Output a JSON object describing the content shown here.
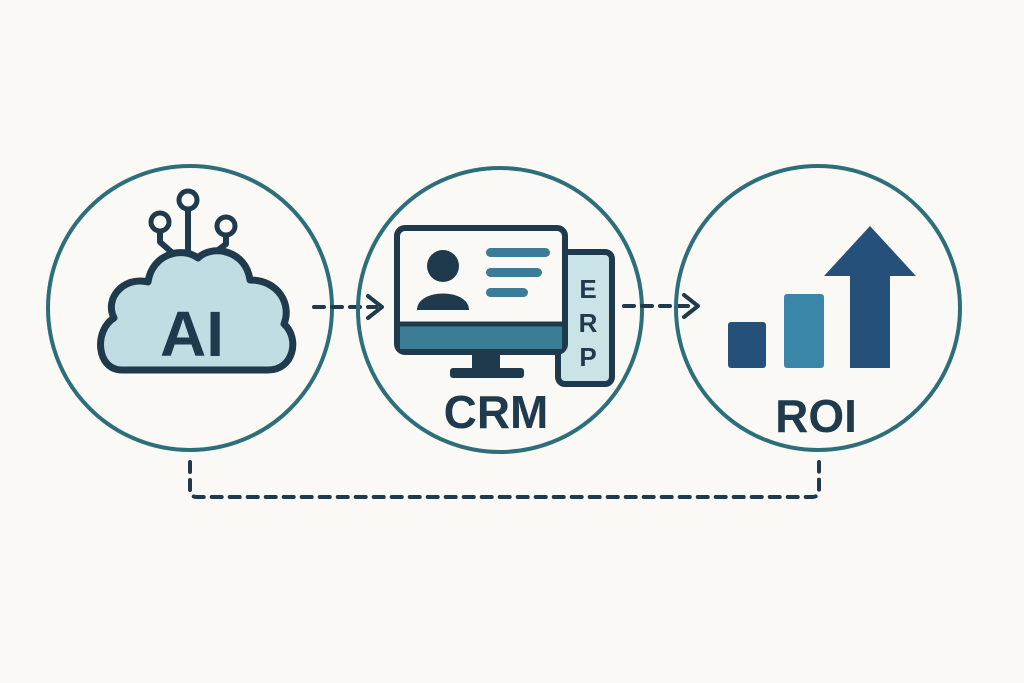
{
  "nodes": [
    {
      "id": "ai",
      "cloud_text": "AI"
    },
    {
      "id": "crm",
      "label": "CRM",
      "side_panel_text": [
        "E",
        "R",
        "P"
      ]
    },
    {
      "id": "roi",
      "label": "ROI"
    }
  ],
  "icons": {
    "node1": "ai-cloud-network-icon",
    "node2": "crm-monitor-profile-icon",
    "node3": "growth-bar-chart-arrow-icon"
  },
  "colors": {
    "background": "#fbf9f6",
    "circle_stroke": "#2c6e7a",
    "dark_navy": "#1e3a4c",
    "cloud_fill": "#bfdde3",
    "erp_fill": "#c9e3e6",
    "monitor_base": "#3b7c96",
    "bar_dark": "#24507a",
    "bar_mid": "#3a86a8",
    "arrow_dark": "#24507a",
    "dash": "#1e3a4c"
  }
}
